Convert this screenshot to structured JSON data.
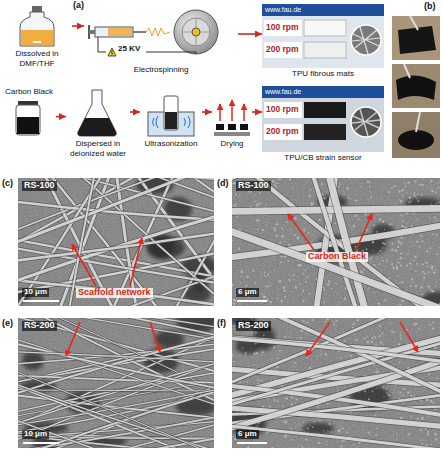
{
  "diagram": {
    "nodes": [
      {
        "text": [
          "Dissolved in DMF/THF"
        ]
      },
      {
        "text": [
          "Electrospinning"
        ]
      },
      {
        "text": [
          "www.fau.de",
          "100 rpm",
          "200 rpm",
          "TPU fibrous mats"
        ]
      },
      {
        "text": [
          "Carbon Black"
        ]
      },
      {
        "text": [
          "Dispersed in deionized water"
        ]
      },
      {
        "text": [
          "Ultrasonization"
        ]
      },
      {
        "text": [
          "Drying"
        ]
      },
      {
        "text": [
          "www.fau.de",
          "100 rpm",
          "200 rpm",
          "TPU/CB strain sensor"
        ]
      },
      {
        "text": [
          "RS-100",
          "10 μm"
        ]
      },
      {
        "text": [
          "RS-100",
          "6 μm"
        ]
      },
      {
        "text": [
          "RS-200",
          "10 μm"
        ]
      },
      {
        "text": [
          "RS-200",
          "6 μm"
        ]
      }
    ],
    "edges": [
      {
        "from": 0,
        "to": 1,
        "arrow": "to"
      },
      {
        "from": 1,
        "to": 2,
        "arrow": "to"
      },
      {
        "from": 3,
        "to": 4,
        "arrow": "to"
      },
      {
        "from": 4,
        "to": 5,
        "arrow": "to"
      },
      {
        "from": 5,
        "to": 6,
        "arrow": "to"
      },
      {
        "from": 6,
        "to": 7,
        "arrow": "to"
      }
    ],
    "labels": [
      "(a)",
      "25 KV",
      "(b)",
      "(c)",
      "Scaffold network",
      "(d)",
      "Carbon Black",
      "(e)",
      "(f)"
    ]
  }
}
